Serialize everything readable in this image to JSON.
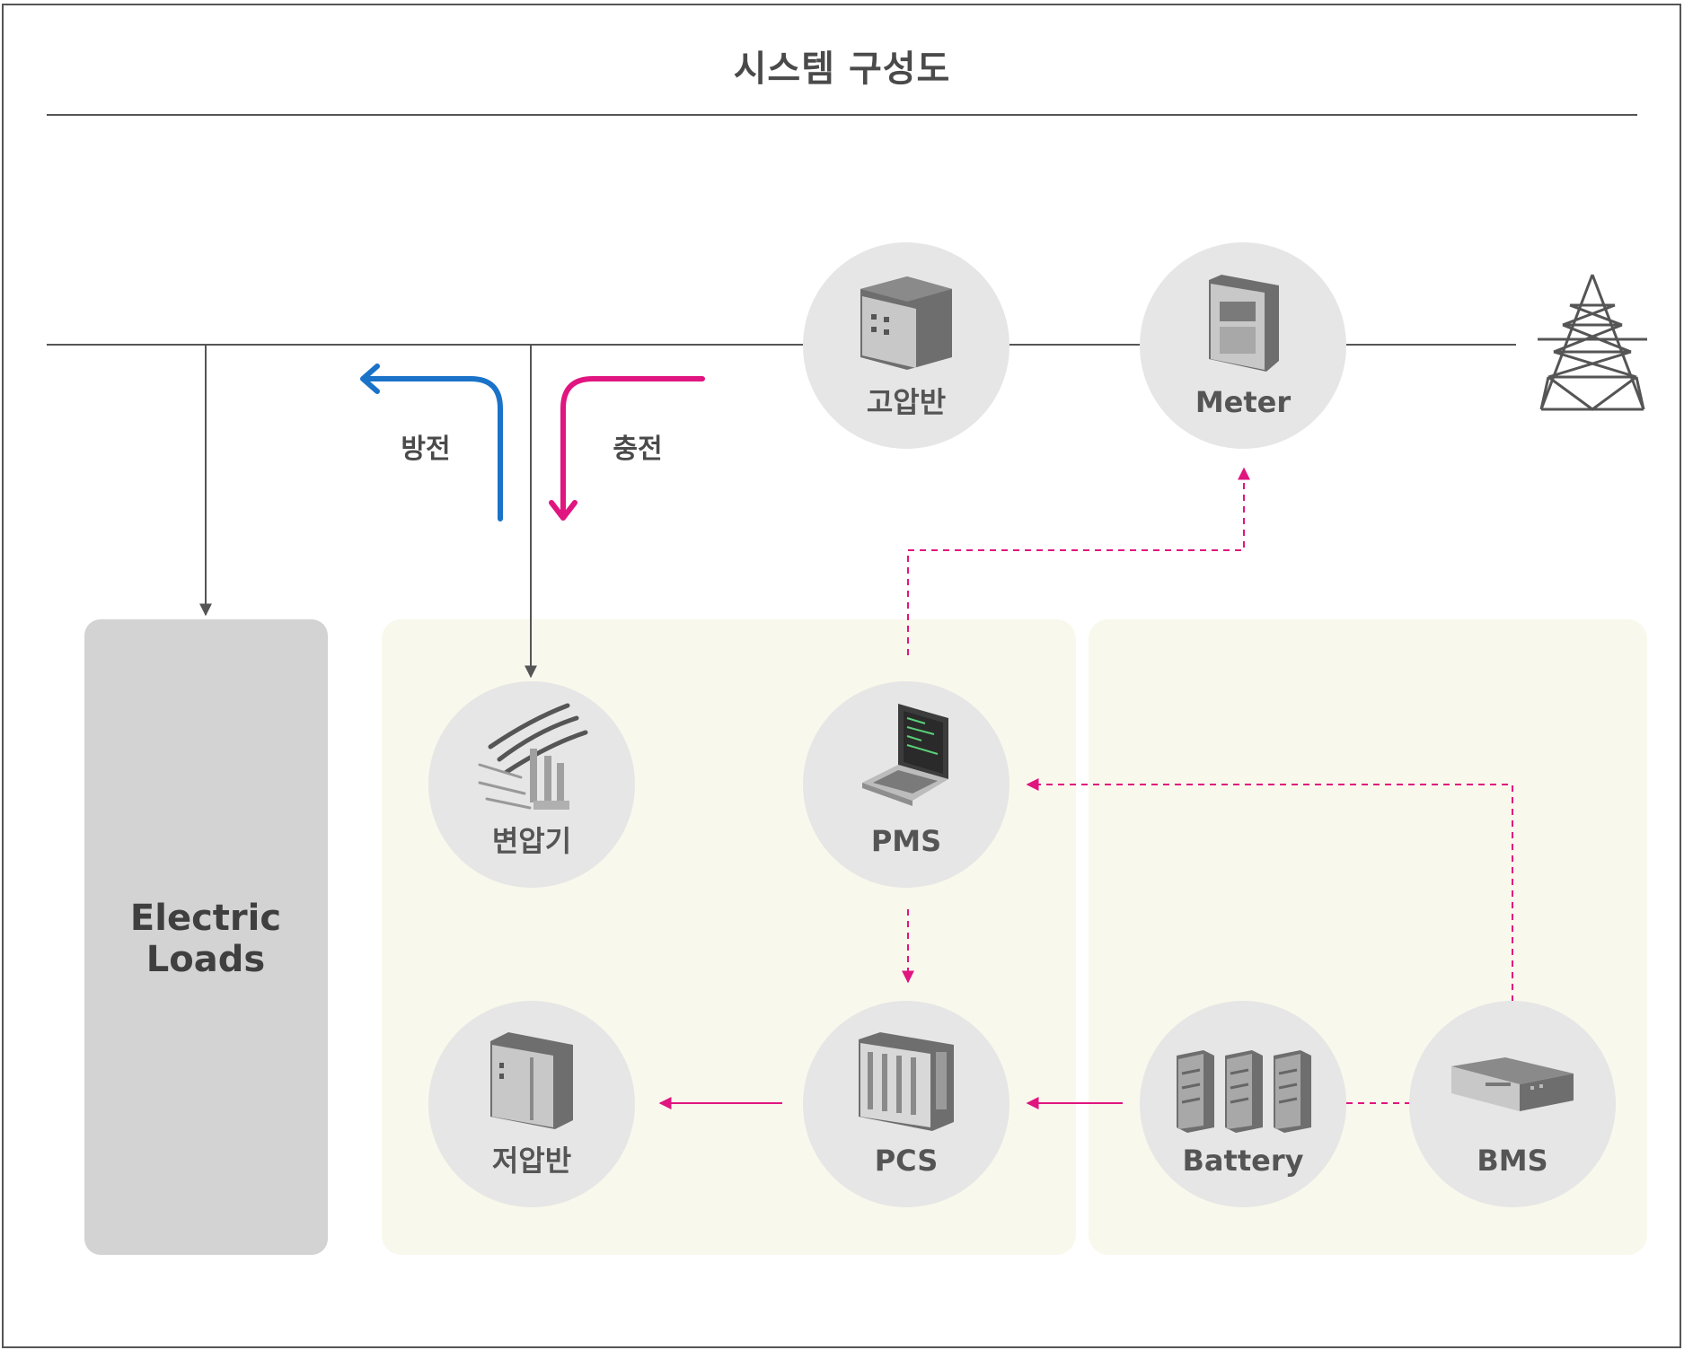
{
  "title": "시스템 구성도",
  "flows": {
    "discharge": "방전",
    "charge": "충전"
  },
  "loads": {
    "line1": "Electric",
    "line2": "Loads"
  },
  "nodes": {
    "hv_panel": "고압반",
    "meter": "Meter",
    "transformer": "변압기",
    "pms": "PMS",
    "lv_panel": "저압반",
    "pcs": "PCS",
    "battery": "Battery",
    "bms": "BMS"
  },
  "colors": {
    "line": "#555555",
    "discharge": "#1a73c8",
    "charge": "#e0157f",
    "control": "#e0157f",
    "zone": "#f9f8ec",
    "node": "#e6e6e6",
    "loads": "#d3d3d3"
  }
}
